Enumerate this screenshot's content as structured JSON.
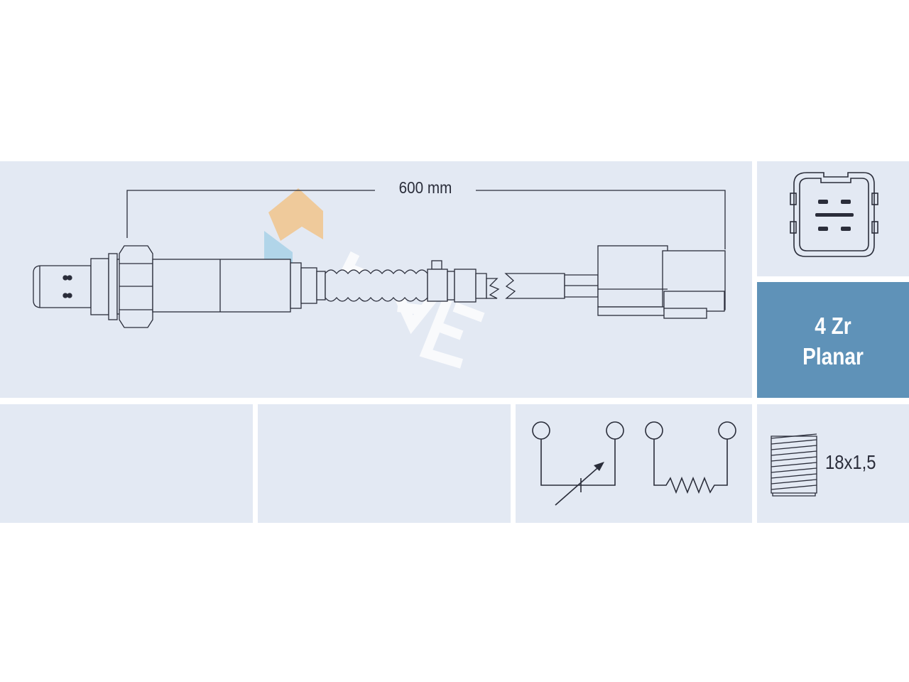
{
  "diagram": {
    "cable_length_label": "600 mm",
    "sensor_type": {
      "line1": "4 Zr",
      "line2": "Planar"
    },
    "thread_spec": "18x1,5",
    "connector_pins": 4,
    "watermark_text": "FAE",
    "colors": {
      "panel_background": "#e3e9f3",
      "type_panel": "#5f92b8",
      "line": "#2a2d3a",
      "watermark_orange": "#f2c58c",
      "watermark_blue": "#a9d2e8"
    },
    "icons": [
      "oxygen-sensor-drawing",
      "connector-face-icon",
      "wiring-schematic-icon",
      "thread-icon"
    ]
  }
}
